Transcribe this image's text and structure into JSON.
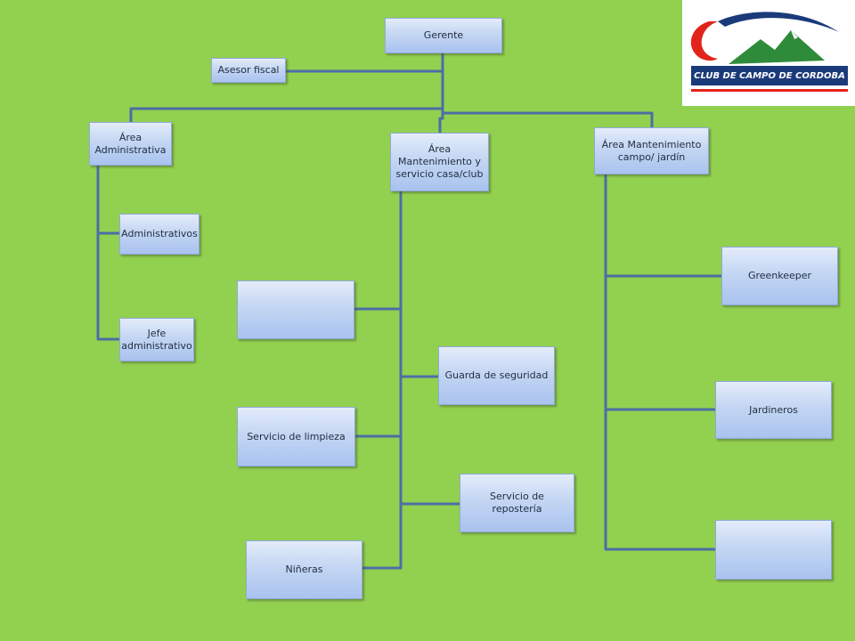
{
  "org_chart": {
    "gerente": "Gerente",
    "asesor_fiscal": "Asesor fiscal",
    "area_administrativa": "Área\nAdministrativa",
    "administrativos": "Administrativos",
    "jefe_administrativo": "Jefe\nadministrativo",
    "area_mantenimiento_casa": "Área\nMantenimiento  y\nservicio casa/club",
    "empty_box_1": "",
    "guarda_seguridad": "Guarda  de seguridad",
    "servicio_limpieza": "Servicio de limpieza",
    "servicio_reposteria": "Servicio de repostería",
    "nineras": "Niñeras",
    "area_mantenimiento_campo": "Área Mantenimiento\ncampo/ jardín",
    "greenkeeper": "Greenkeeper",
    "jardineros": "Jardineros",
    "empty_box_2": ""
  },
  "logo": {
    "text": "CLUB DE CAMPO DE CORDOBA"
  },
  "colors": {
    "background": "#92d050",
    "line": "#4a6fa5",
    "logo_red": "#e2231a",
    "logo_green": "#2e8b3a",
    "logo_navy": "#1b3a7a"
  }
}
